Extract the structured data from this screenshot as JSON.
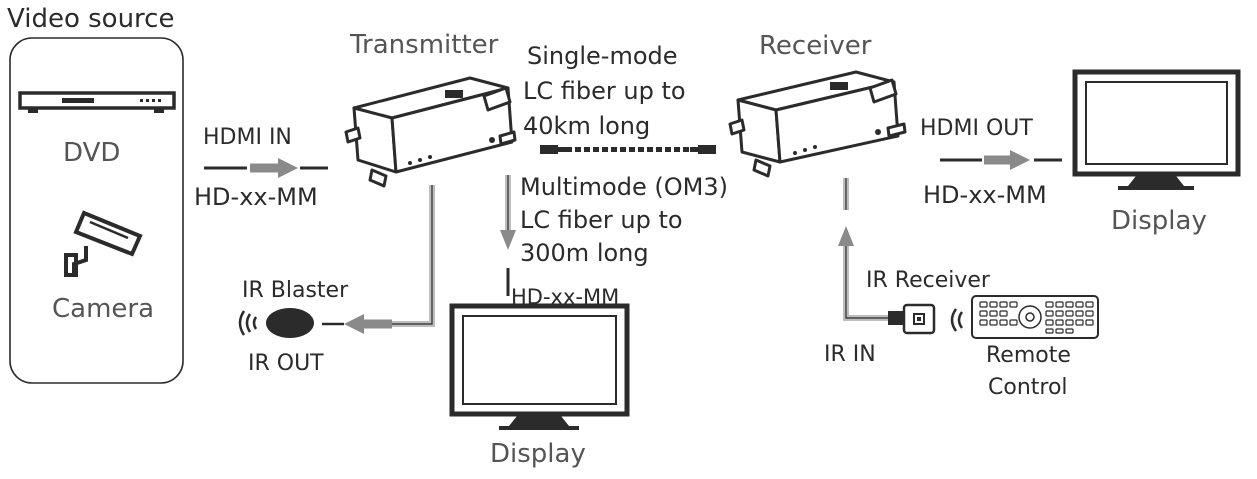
{
  "labels": {
    "video_source": "Video source",
    "dvd": "DVD",
    "camera": "Camera",
    "hdmi_in": "HDMI IN",
    "hd_left": "HD-xx-MM",
    "transmitter": "Transmitter",
    "single_mode_1": "Single-mode",
    "single_mode_2": "LC fiber up to",
    "single_mode_3": "40km long",
    "multimode_1": "Multimode (OM3)",
    "multimode_2": "LC fiber up to",
    "multimode_3": "300m long",
    "hd_mid": "HD-xx-MM",
    "receiver": "Receiver",
    "hdmi_out": "HDMI OUT",
    "hd_right": "HD-xx-MM",
    "display_right": "Display",
    "display_bottom": "Display",
    "ir_blaster": "IR Blaster",
    "ir_out": "IR OUT",
    "ir_receiver": "IR Receiver",
    "ir_in": "IR IN",
    "remote_1": "Remote",
    "remote_2": "Control"
  },
  "colors": {
    "line": "#2b2b2b",
    "arrow": "#8a8a8a",
    "cable": "#bdbdbd",
    "device_fill": "#ffffff"
  }
}
